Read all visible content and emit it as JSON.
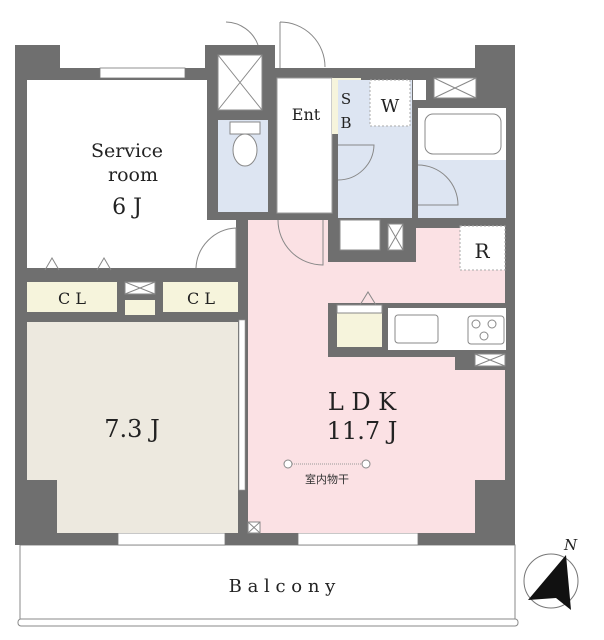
{
  "rooms": {
    "service_room": {
      "name_line1": "Service",
      "name_line2": "room",
      "size": "6 J"
    },
    "bedroom": {
      "size": "7.3 J"
    },
    "ldk": {
      "name": "L D K",
      "size": "11.7 J"
    },
    "entrance": {
      "name": "Ent"
    },
    "shoe_box": {
      "line1": "S",
      "line2": "B"
    },
    "washer": {
      "name": "W"
    },
    "refrigerator": {
      "name": "R"
    },
    "closet_1": {
      "name": "C L"
    },
    "closet_2": {
      "name": "C L"
    },
    "balcony": {
      "name": "B a l c o n y"
    }
  },
  "annotations": {
    "indoor_drying": "室内物干"
  },
  "compass": {
    "label": "N"
  },
  "colors": {
    "wall": "#6f6f6f",
    "ldk": "#fbe1e4",
    "bedroom": "#ede9df",
    "wet": "#dde5f2",
    "storage": "#f6f4dc"
  }
}
